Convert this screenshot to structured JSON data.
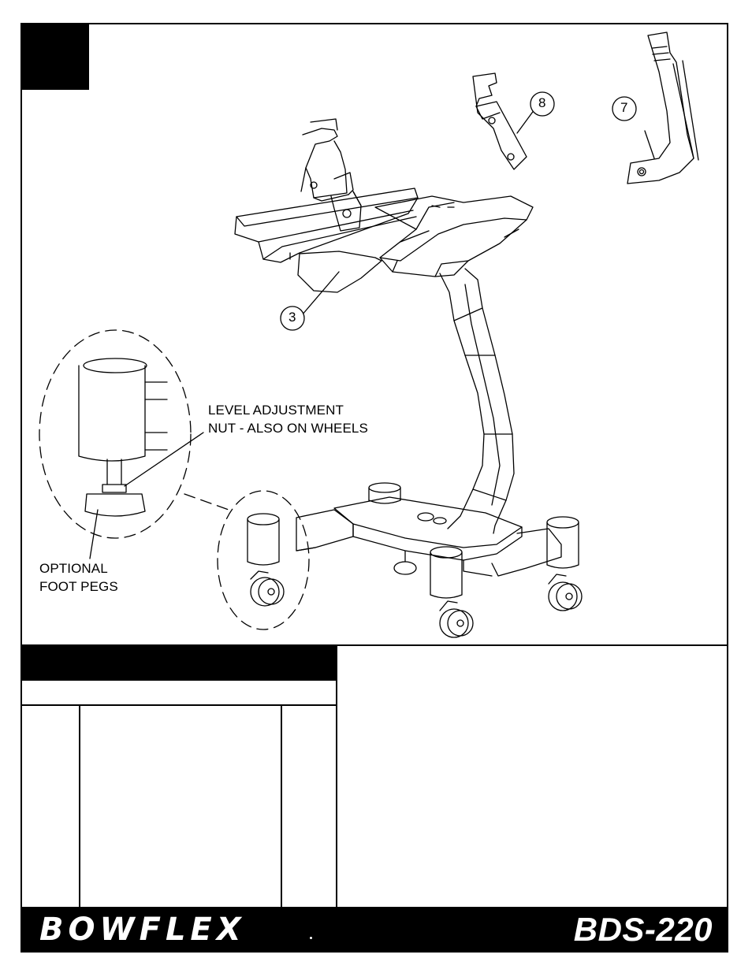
{
  "callouts": {
    "part_8": "8",
    "part_7": "7",
    "part_3": "3"
  },
  "labels": {
    "level_adjustment_line1": "LEVEL ADJUSTMENT",
    "level_adjustment_line2": "NUT - ALSO ON WHEELS",
    "foot_pegs_line1": "OPTIONAL",
    "foot_pegs_line2": "FOOT PEGS"
  },
  "footer": {
    "brand": "BOWFLEX",
    "model": "BDS-220"
  },
  "colors": {
    "ink": "#000000",
    "paper": "#ffffff"
  }
}
